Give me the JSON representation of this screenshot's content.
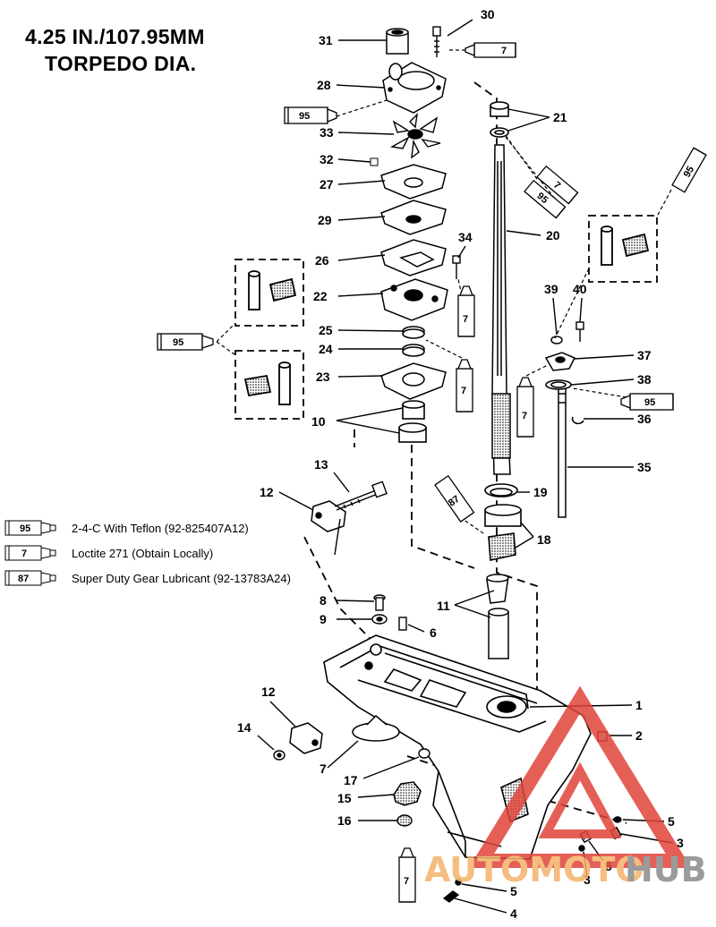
{
  "title": {
    "line1": "4.25 IN./107.95MM",
    "line2": "TORPEDO DIA."
  },
  "legend": [
    {
      "code": "95",
      "text": "2-4-C  With Teflon (92-825407A12)"
    },
    {
      "code": "7",
      "text": "Loctite 271 (Obtain Locally)"
    },
    {
      "code": "87",
      "text": "Super Duty Gear Lubricant (92-13783A24)"
    }
  ],
  "callouts": {
    "c30": "30",
    "c31": "31",
    "c28": "28",
    "c33": "33",
    "c32": "32",
    "c27": "27",
    "c29": "29",
    "c26": "26",
    "c22": "22",
    "c25": "25",
    "c24": "24",
    "c23": "23",
    "c10": "10",
    "c21": "21",
    "c20": "20",
    "c34": "34",
    "c39": "39",
    "c40": "40",
    "c37": "37",
    "c38": "38",
    "c36": "36",
    "c35": "35",
    "c13": "13",
    "c12a": "12",
    "c19": "19",
    "c18": "18",
    "c8": "8",
    "c9": "9",
    "c6": "6",
    "c11": "11",
    "c1": "1",
    "c2": "2",
    "c12b": "12",
    "c14": "14",
    "c7": "7",
    "c17": "17",
    "c15": "15",
    "c16": "16",
    "c5a": "5",
    "c3a": "3",
    "c5b": "5",
    "c3b": "3",
    "c5c": "5",
    "c4": "4"
  },
  "tubes": {
    "t30": "7",
    "t28": "95",
    "t21a": "7",
    "t21b": "95",
    "tr95": "95",
    "t34": "7",
    "t25": "95",
    "t23": "7",
    "t37": "7",
    "t38": "95",
    "t87": "87",
    "t7b": "7"
  },
  "watermark": {
    "text_a": "AUTOMOTO",
    "text_b": "HUB",
    "color_a": "#f4b36a",
    "color_b": "#8a8a8a",
    "triangle_color": "#e0453a"
  }
}
